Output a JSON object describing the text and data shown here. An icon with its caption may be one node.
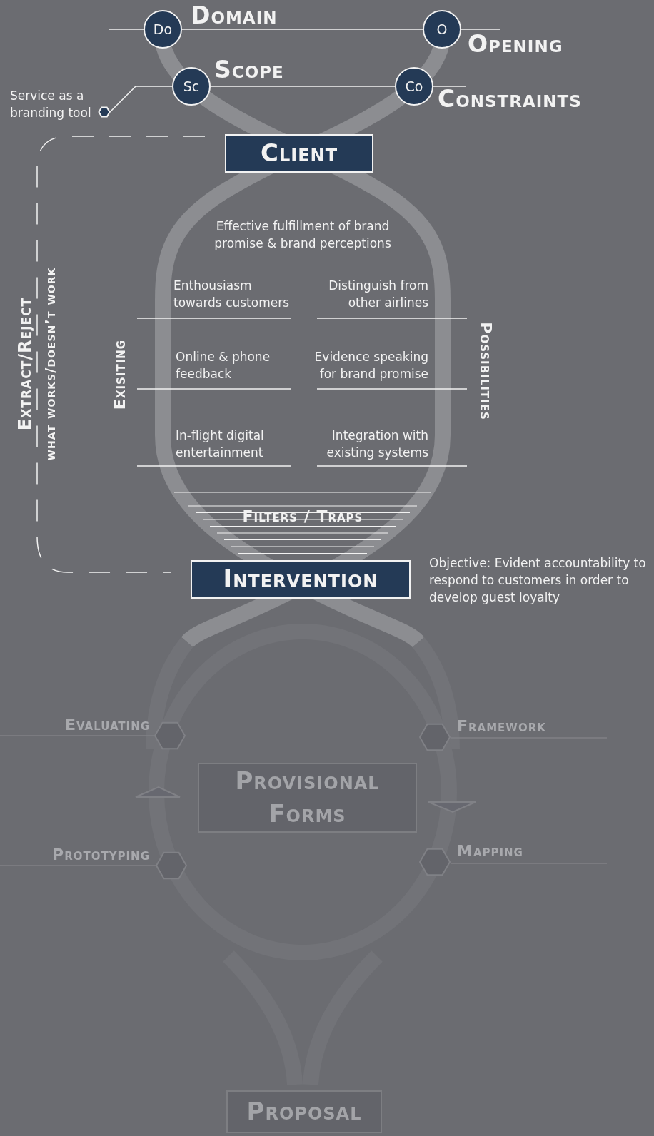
{
  "diagram": {
    "nodes": [
      {
        "text": [
          "Do",
          "Domain"
        ]
      },
      {
        "text": [
          "O",
          "Opening"
        ]
      },
      {
        "text": [
          "Sc",
          "Scope"
        ]
      },
      {
        "text": [
          "Co",
          "Constraints"
        ]
      },
      {
        "text": [
          "Service as a branding tool"
        ]
      },
      {
        "text": [
          "Client"
        ]
      },
      {
        "text": [
          "Intervention"
        ],
        "beside": [
          "Objective: Evident accountability to respond to customers in order to develop guest loyalty"
        ]
      },
      {
        "text": [
          "Evaluating"
        ]
      },
      {
        "text": [
          "Framework"
        ]
      },
      {
        "text": [
          "Provisional Forms"
        ]
      },
      {
        "text": [
          "Prototyping"
        ]
      },
      {
        "text": [
          "Mapping"
        ]
      },
      {
        "text": [
          "Proposal"
        ]
      }
    ],
    "edges": [
      {
        "from": 0,
        "to": 1,
        "arrow": "none"
      },
      {
        "from": 2,
        "to": 3,
        "arrow": "none"
      },
      {
        "from": 4,
        "to": 2,
        "arrow": "none"
      },
      {
        "from": 5,
        "to": 6,
        "arrow": "none",
        "style": "dashed"
      }
    ],
    "labels": [
      "Effective fulfillment of brand promise & brand perceptions",
      "Enthousiasm towards customers",
      "Distinguish from other airlines",
      "Online & phone feedback",
      "Evidence speaking for brand promise",
      "In-flight digital entertainment",
      "Integration with existing systems",
      "Filters / Traps",
      "Exisiting",
      "Possibilities",
      "Extract/Reject",
      "what works/doesn’t work"
    ]
  }
}
